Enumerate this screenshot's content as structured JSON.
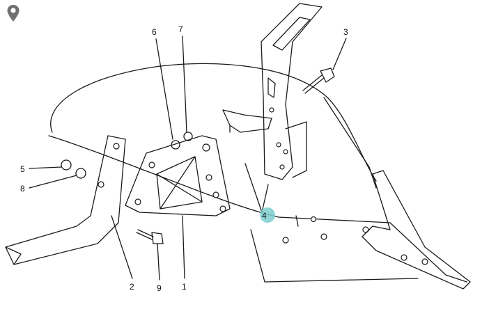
{
  "toolbar": {
    "location_icon": "map-pin-icon"
  },
  "diagram": {
    "part_labels": {
      "p1": "1",
      "p2": "2",
      "p3": "3",
      "p4": "4",
      "p5": "5",
      "p6": "6",
      "p7": "7",
      "p8": "8",
      "p9": "9"
    },
    "highlight_color": "#7ecfd0",
    "selected_part": "4"
  }
}
